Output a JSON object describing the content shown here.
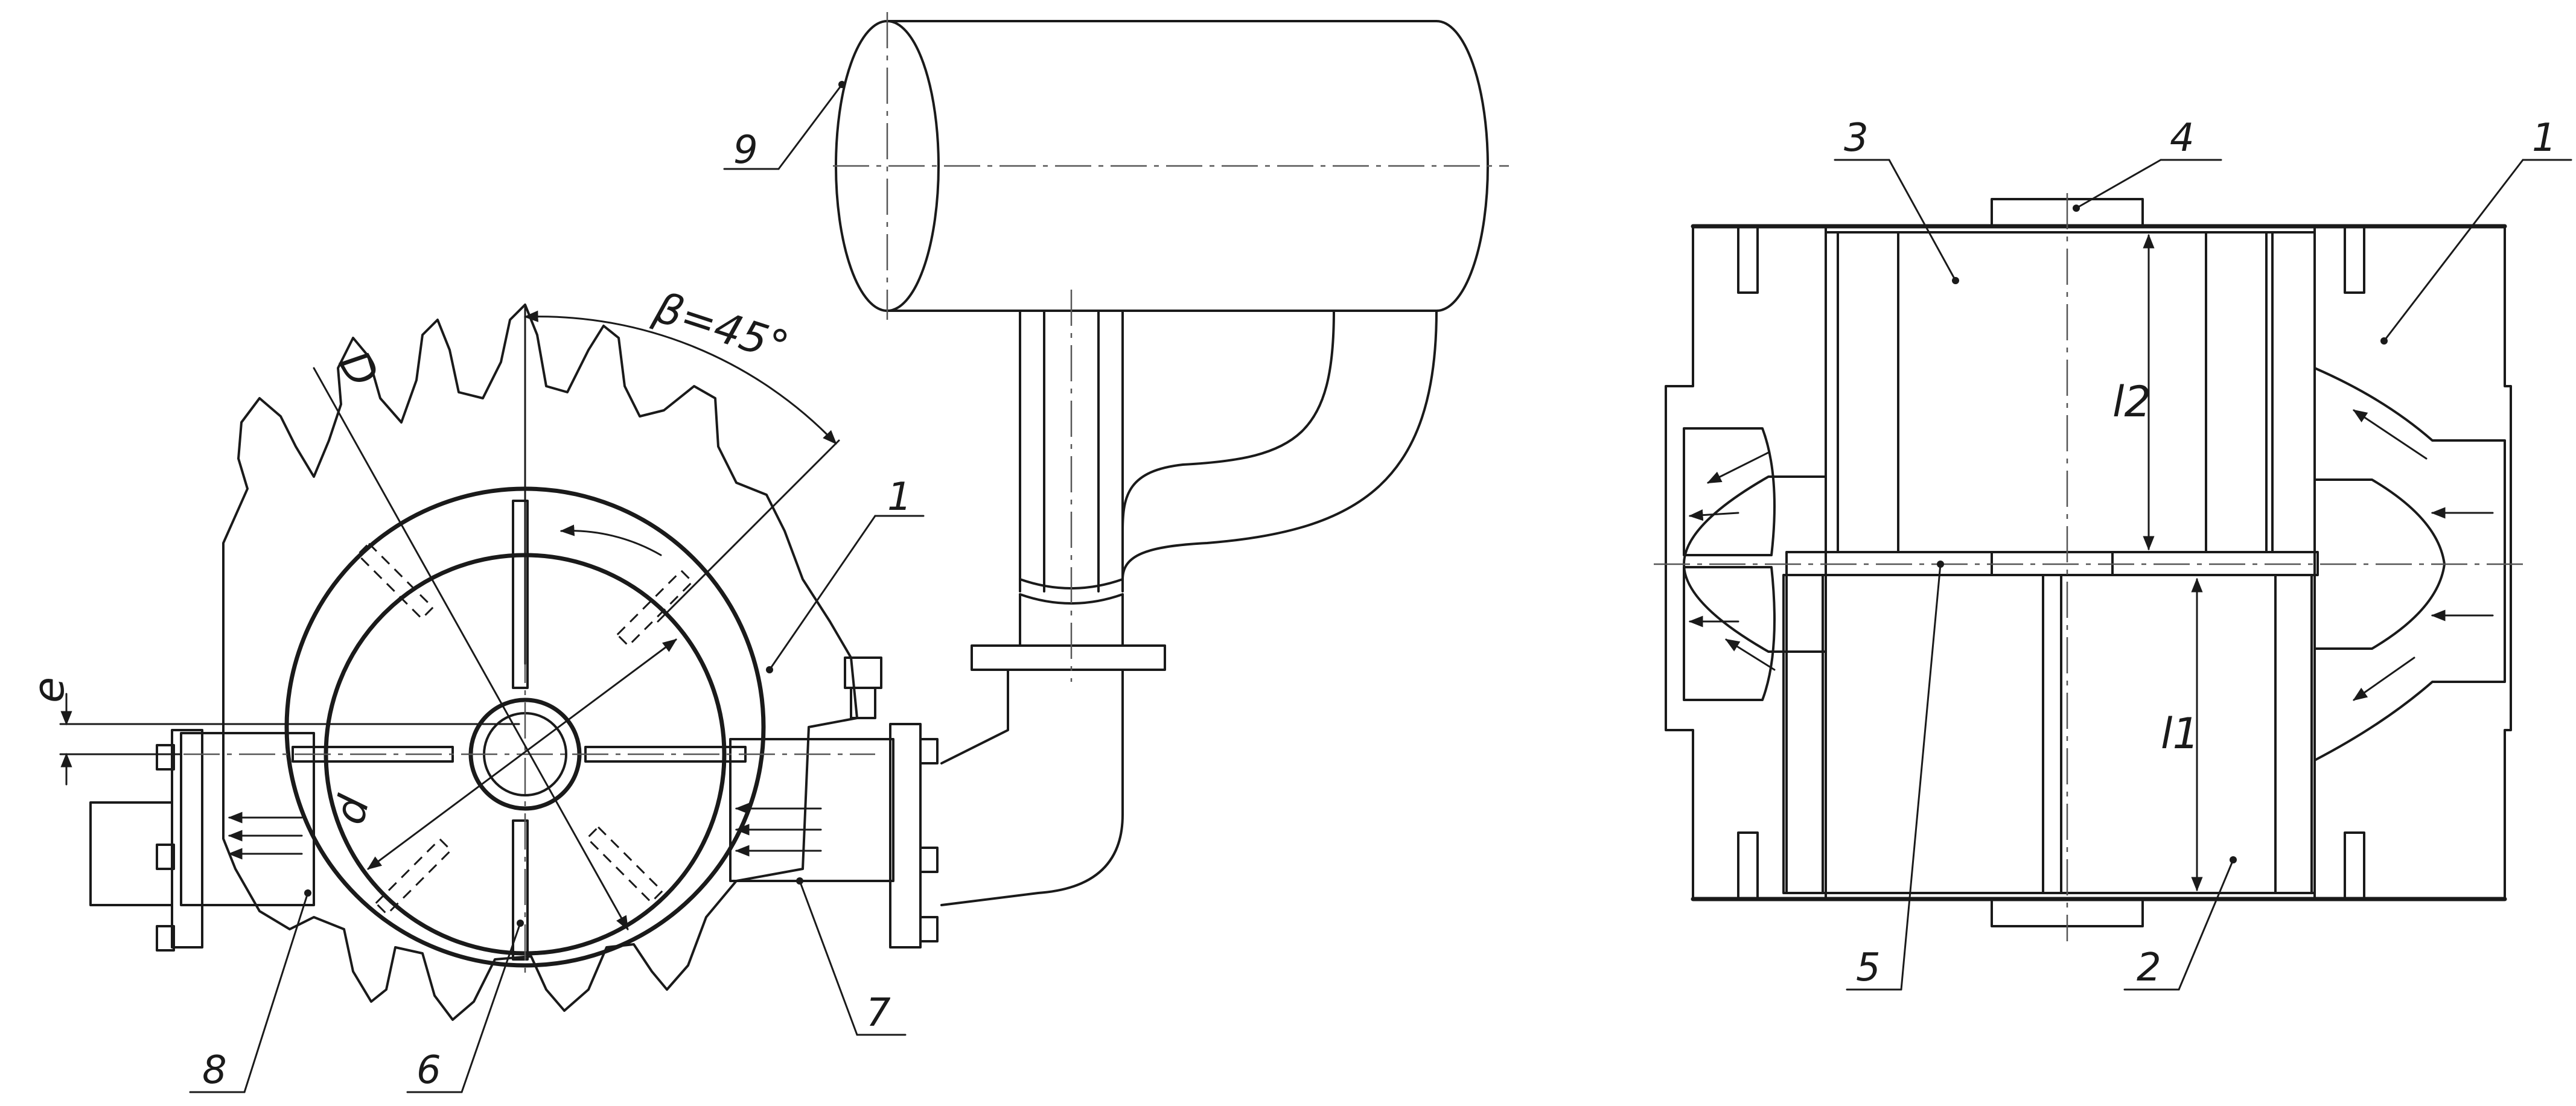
{
  "drawing": {
    "colors": {
      "line": "#1a1a1a",
      "hatch": "#333333",
      "fill_gray": "#bdbdbd",
      "background": "#ffffff"
    },
    "left_view": {
      "dimensions": {
        "outer_diameter": "D",
        "inner_diameter": "d",
        "eccentricity": "e",
        "angle": "β=45°"
      },
      "callouts": {
        "housing": "1",
        "vane": "6",
        "outlet_cavity": "7",
        "inlet_cavity": "8",
        "receiver": "9"
      }
    },
    "right_view": {
      "dimensions": {
        "upper_length": "l2",
        "lower_length": "l1"
      },
      "callouts": {
        "housing": "1",
        "lower_rotor": "2",
        "upper_rotor": "3",
        "shaft": "4",
        "partition": "5"
      }
    }
  }
}
